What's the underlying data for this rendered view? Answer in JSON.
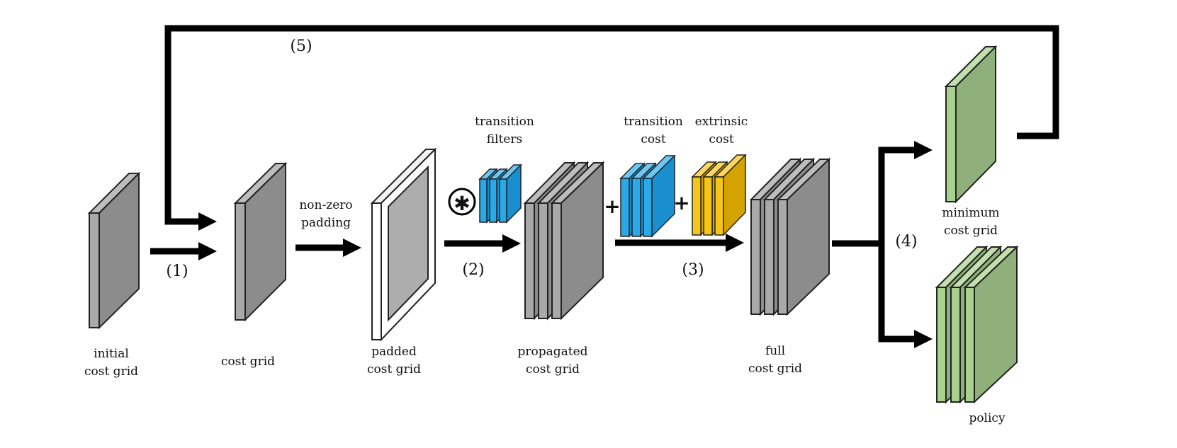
{
  "labels": {
    "initial_cost_grid": [
      "initial",
      "cost grid"
    ],
    "cost_grid": [
      "cost grid"
    ],
    "non_zero_padding": [
      "non-zero",
      "padding"
    ],
    "padded_cost_grid": [
      "padded",
      "cost grid"
    ],
    "transition_filters": [
      "transition",
      "filters"
    ],
    "propagated_cost_grid": [
      "propagated",
      "cost grid"
    ],
    "transition_cost": [
      "transition",
      "cost"
    ],
    "extrinsic_cost": [
      "extrinsic",
      "cost"
    ],
    "full_cost_grid": [
      "full",
      "cost grid"
    ],
    "minimum_cost_grid": [
      "minimum",
      "cost grid"
    ],
    "policy": [
      "policy"
    ]
  },
  "steps": {
    "s1": "(1)",
    "s2": "(2)",
    "s3": "(3)",
    "s4": "(4)",
    "s5": "(5)"
  },
  "operators": {
    "convolve": "✱",
    "plus_1": "+",
    "plus_2": "+"
  },
  "colors": {
    "gray_front": "#a9a9a9",
    "gray_side": "#8c8c8c",
    "gray_top": "#bdbdbd",
    "blue_front": "#29a9e8",
    "blue_side": "#1a8fcf",
    "yellow_front": "#f5c518",
    "yellow_side": "#d4a300",
    "green_front": "#a9d18e",
    "green_side": "#8fb07a",
    "arrow": "#000000"
  }
}
